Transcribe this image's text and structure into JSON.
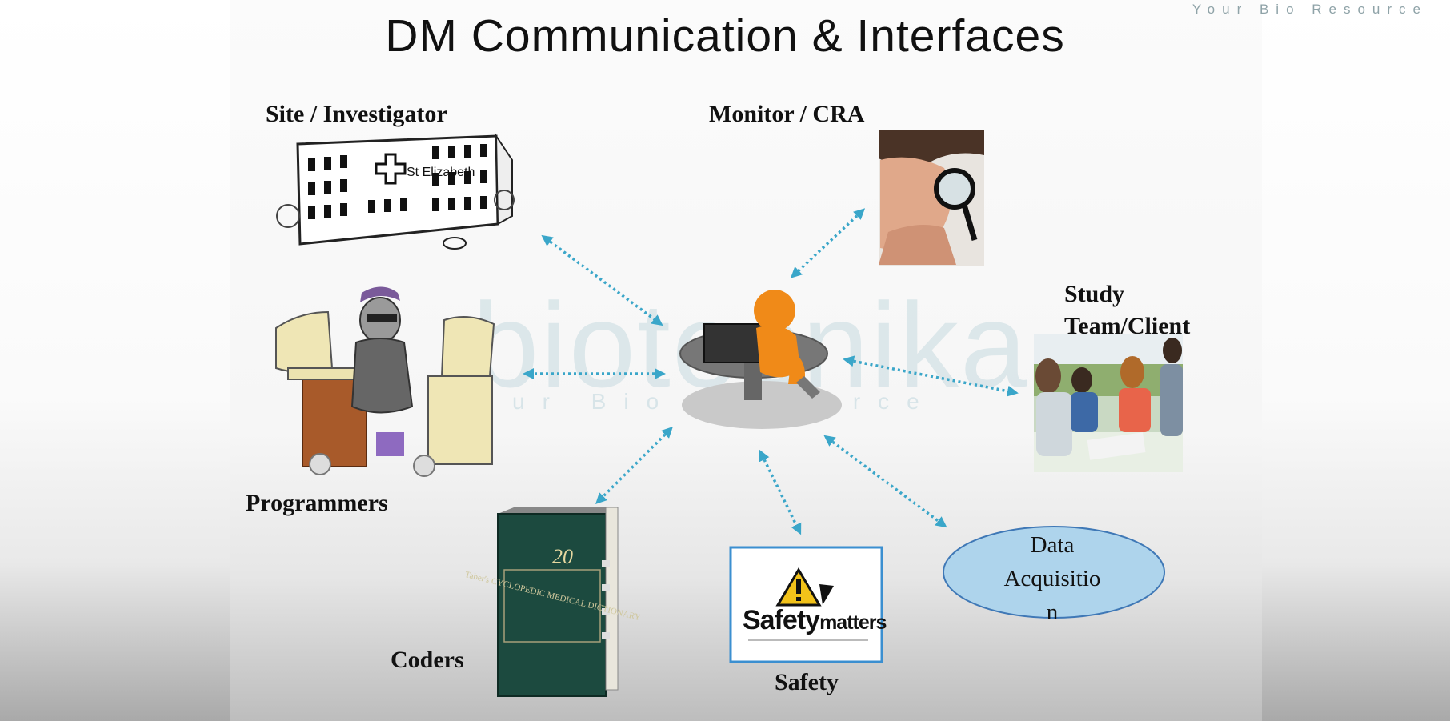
{
  "slide": {
    "title": "DM Communication & Interfaces",
    "brand_tagline": "Your Bio Resource",
    "watermark_text": "biotecnika",
    "watermark_tagline": "ur Bio Resource"
  },
  "nodes": {
    "site": "Site / Investigator",
    "monitor": "Monitor / CRA",
    "study_line1": "Study",
    "study_line2": "Team/Client",
    "programmers": "Programmers",
    "coders": "Coders",
    "safety": "Safety",
    "data_acq_line1": "Data",
    "data_acq_line2": "Acquisitio",
    "data_acq_line3": "n"
  },
  "images": {
    "hospital_sign": "St Elizabeth",
    "book_number": "20",
    "book_title": "Taber's CYCLOPEDIC MEDICAL DICTIONARY",
    "safety_logo_main": "Safety",
    "safety_logo_sub": "matters"
  },
  "colors": {
    "arrow": "#3aa6c9",
    "ellipse_fill": "#aed4ec",
    "ellipse_stroke": "#3f78b6",
    "safety_frame": "#3b8fd0",
    "person_orange": "#f08a18",
    "book_green": "#1c4a3f"
  },
  "icons": [
    "hospital-icon",
    "magnifier-person-icon",
    "group-photo-icon",
    "programmer-icon",
    "book-icon",
    "safety-sign-icon",
    "central-person-icon"
  ]
}
